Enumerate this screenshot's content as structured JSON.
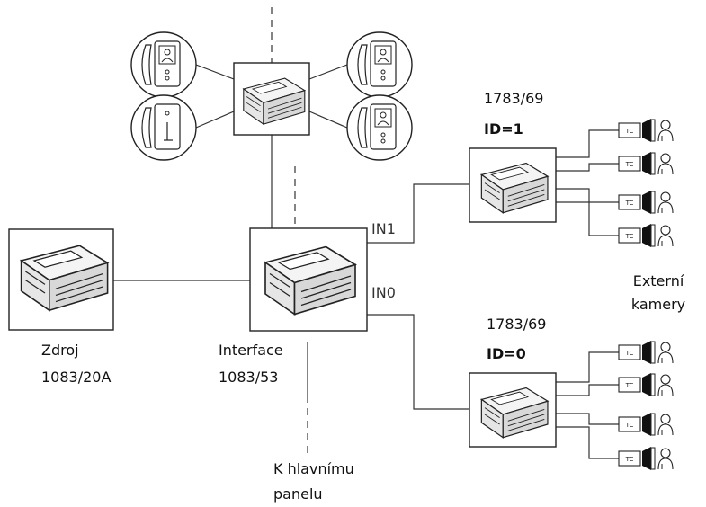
{
  "labels": {
    "unit_top_model": "1783/69",
    "unit_top_id": "ID=1",
    "unit_bottom_model": "1783/69",
    "unit_bottom_id": "ID=0",
    "in1": "IN1",
    "in0": "IN0",
    "external_cameras_line1": "Externí",
    "external_cameras_line2": "kamery",
    "source_line1": "Zdroj",
    "source_line2": "1083/20A",
    "interface_line1": "Interface",
    "interface_line2": "1083/53",
    "main_panel_line1": "K hlavnímu",
    "main_panel_line2": "panelu"
  },
  "icons": {
    "camera_badge": "TC"
  }
}
